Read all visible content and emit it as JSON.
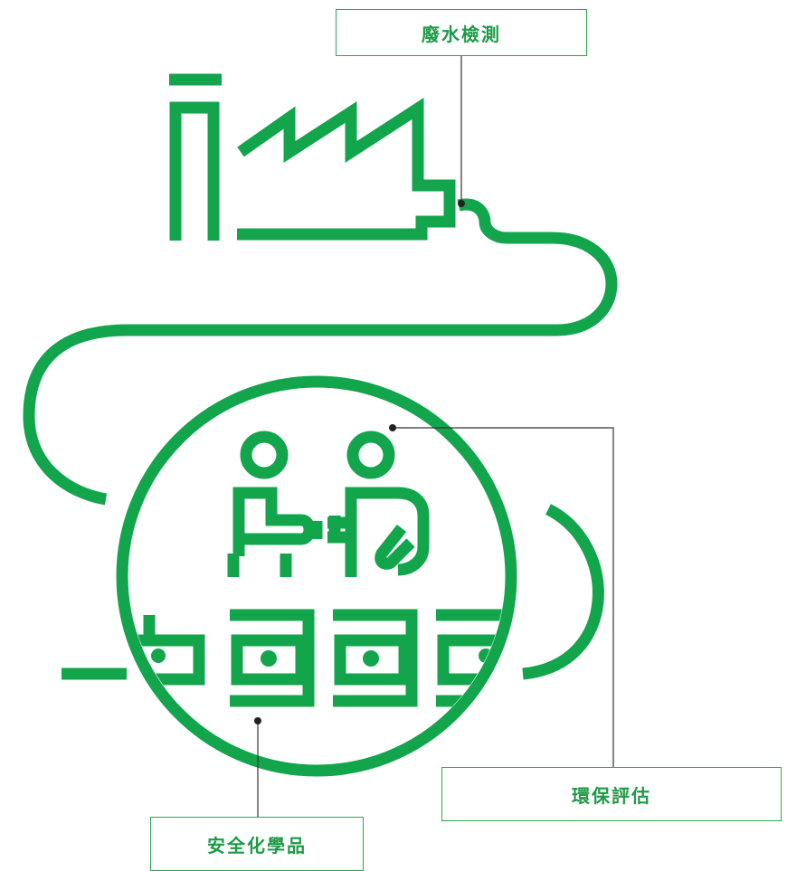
{
  "colors": {
    "accent": "#12a54b",
    "leader": "#333333",
    "label_text": "#1d9a46",
    "box_border": "#2aa84a"
  },
  "labels": {
    "wastewater": "廢水檢測",
    "environment": "環保評估",
    "chemicals": "安全化學品"
  },
  "icons": {
    "factory": "factory-icon",
    "people": "meeting-people-icon",
    "containers": "chemical-barrel-icon"
  }
}
